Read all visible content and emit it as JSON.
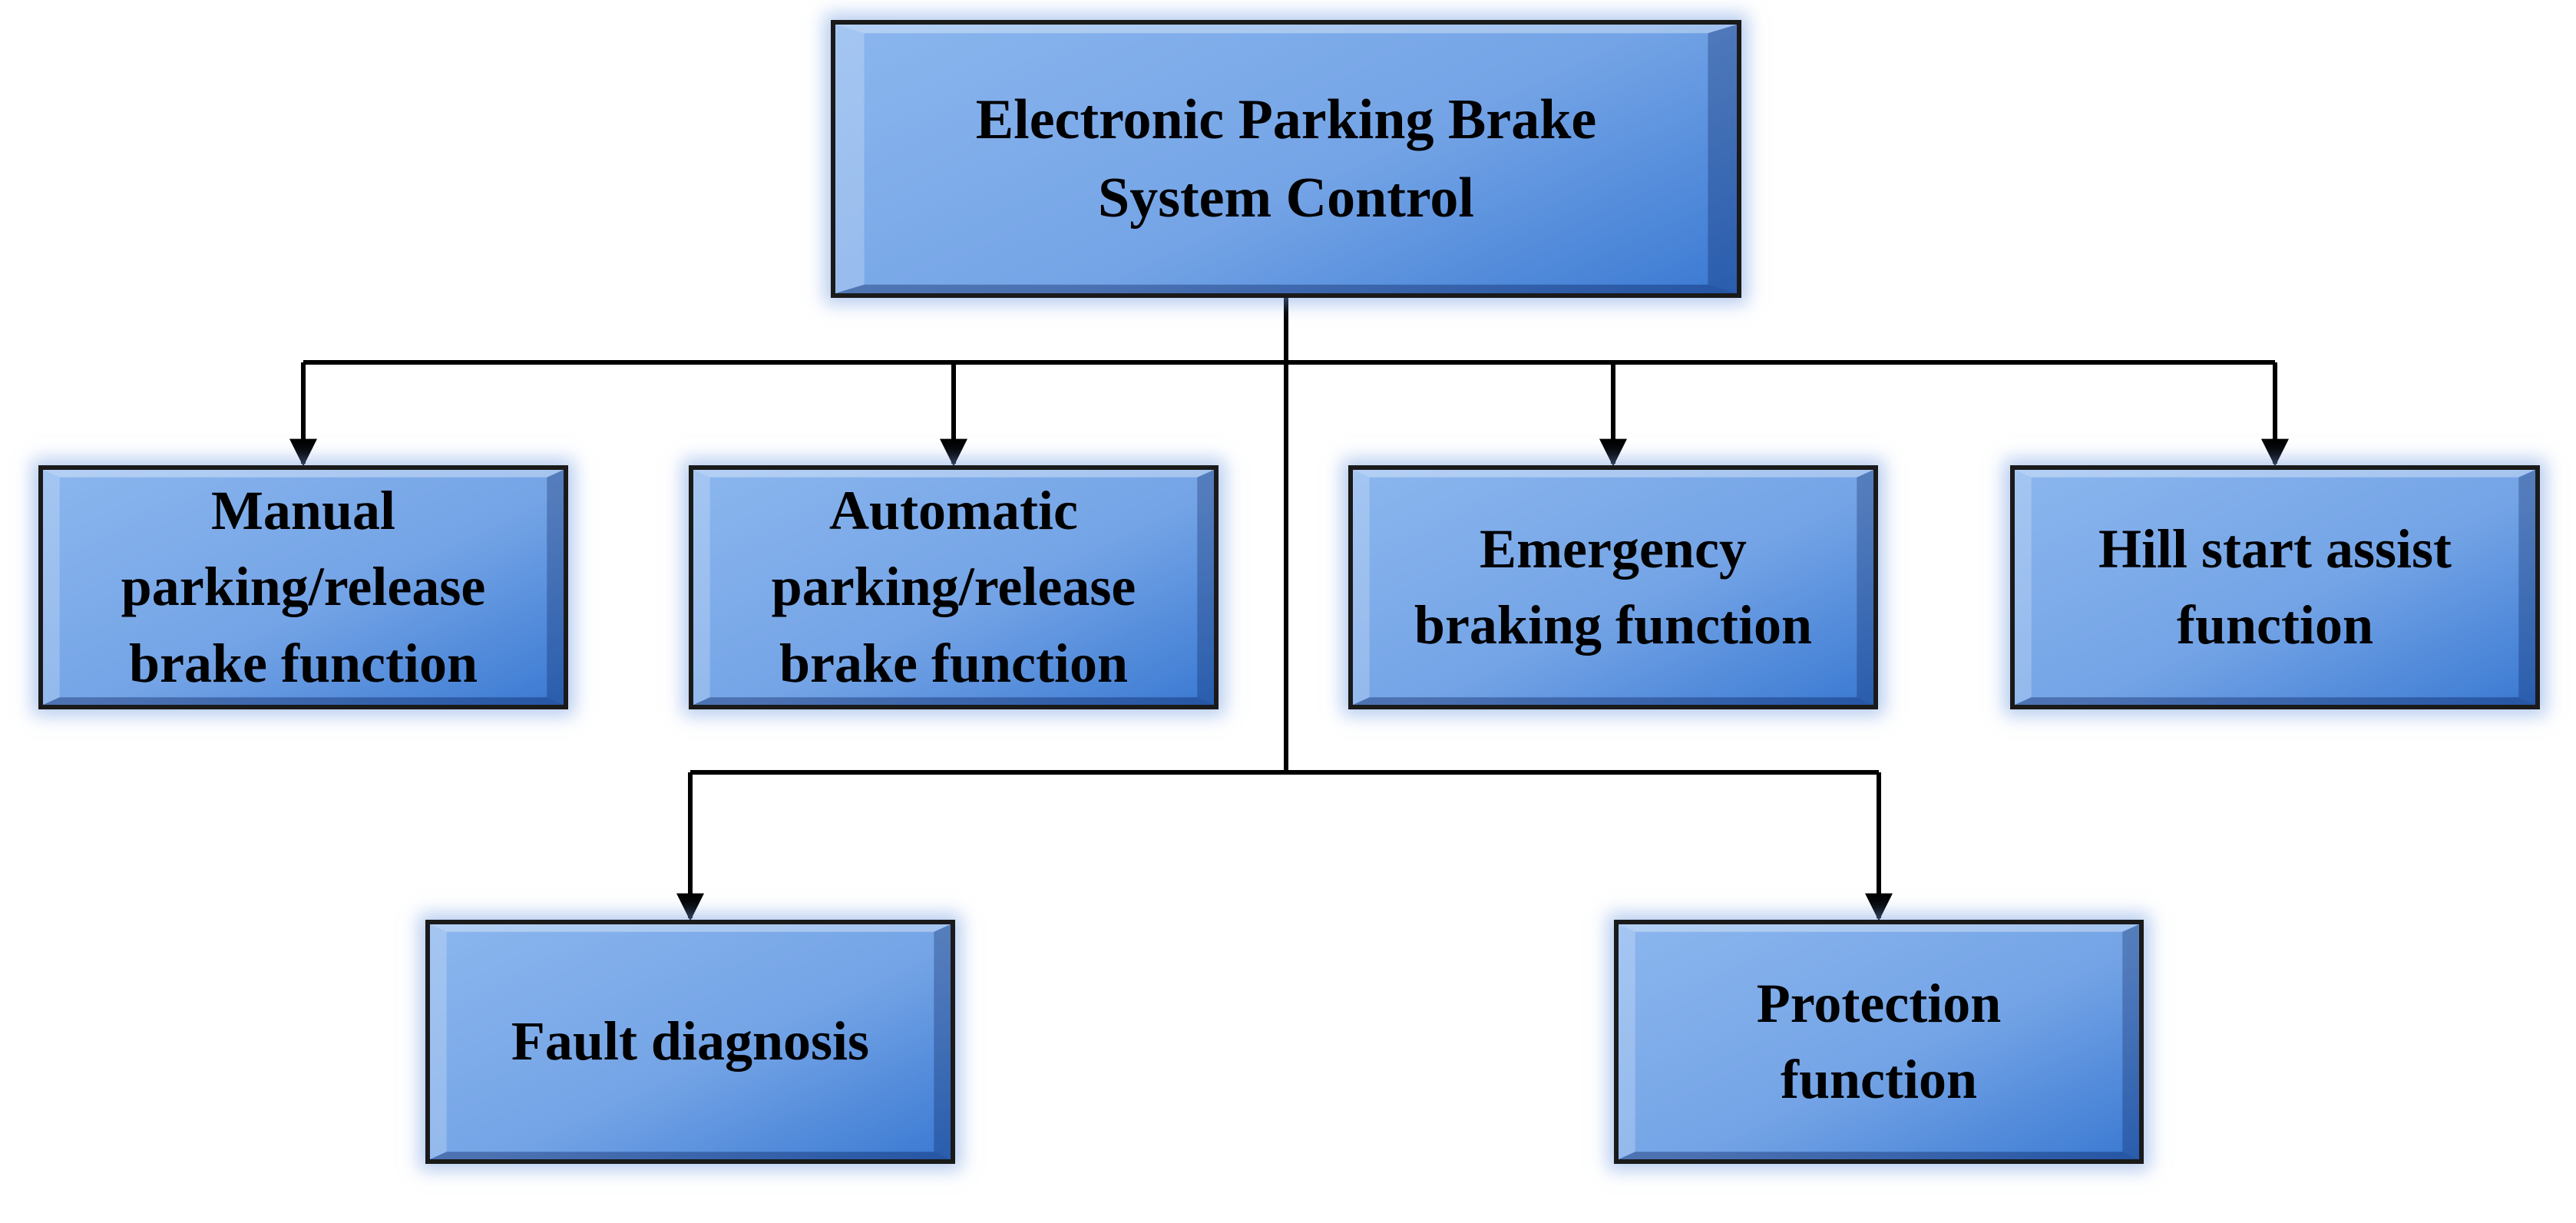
{
  "colors": {
    "box_fill_light": "#8bb6ee",
    "box_fill_mid": "#74a4e6",
    "box_fill_dark": "#3a79d2",
    "border": "#1a1a1a",
    "connector": "#000000"
  },
  "diagram": {
    "root": {
      "label": "Electronic Parking Brake\nSystem Control"
    },
    "children": [
      {
        "id": "manual",
        "label": "Manual\nparking/release\nbrake function"
      },
      {
        "id": "automatic",
        "label": "Automatic\nparking/release\nbrake function"
      },
      {
        "id": "emergency",
        "label": "Emergency\nbraking function"
      },
      {
        "id": "hill",
        "label": "Hill start assist\nfunction"
      },
      {
        "id": "fault",
        "label": "Fault diagnosis"
      },
      {
        "id": "protection",
        "label": "Protection\nfunction"
      }
    ],
    "edges": [
      {
        "from": "root",
        "to": "manual"
      },
      {
        "from": "root",
        "to": "automatic"
      },
      {
        "from": "root",
        "to": "emergency"
      },
      {
        "from": "root",
        "to": "hill"
      },
      {
        "from": "root",
        "to": "fault"
      },
      {
        "from": "root",
        "to": "protection"
      }
    ]
  }
}
